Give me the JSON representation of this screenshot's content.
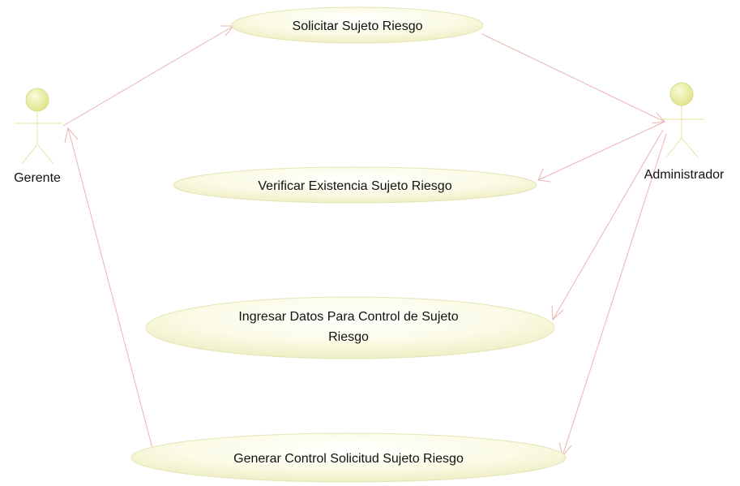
{
  "actors": {
    "gerente": {
      "name": "Gerente"
    },
    "administrador": {
      "name": "Administrador"
    }
  },
  "use_cases": {
    "solicitar": {
      "lines": [
        "Solicitar Sujeto Riesgo"
      ]
    },
    "verificar": {
      "lines": [
        "Verificar Existencia Sujeto Riesgo"
      ]
    },
    "ingresar": {
      "lines": [
        "Ingresar Datos Para Control de Sujeto",
        "Riesgo"
      ]
    },
    "generar": {
      "lines": [
        "Generar Control Solicitud Sujeto Riesgo"
      ]
    }
  },
  "colors": {
    "use_case_fill": "#f8f8d8",
    "use_case_edge": "#e4e4b6",
    "actor_head": "#eef0a6",
    "actor_line": "#ece6b6",
    "association": "#e9b4b4",
    "text": "#111111"
  }
}
